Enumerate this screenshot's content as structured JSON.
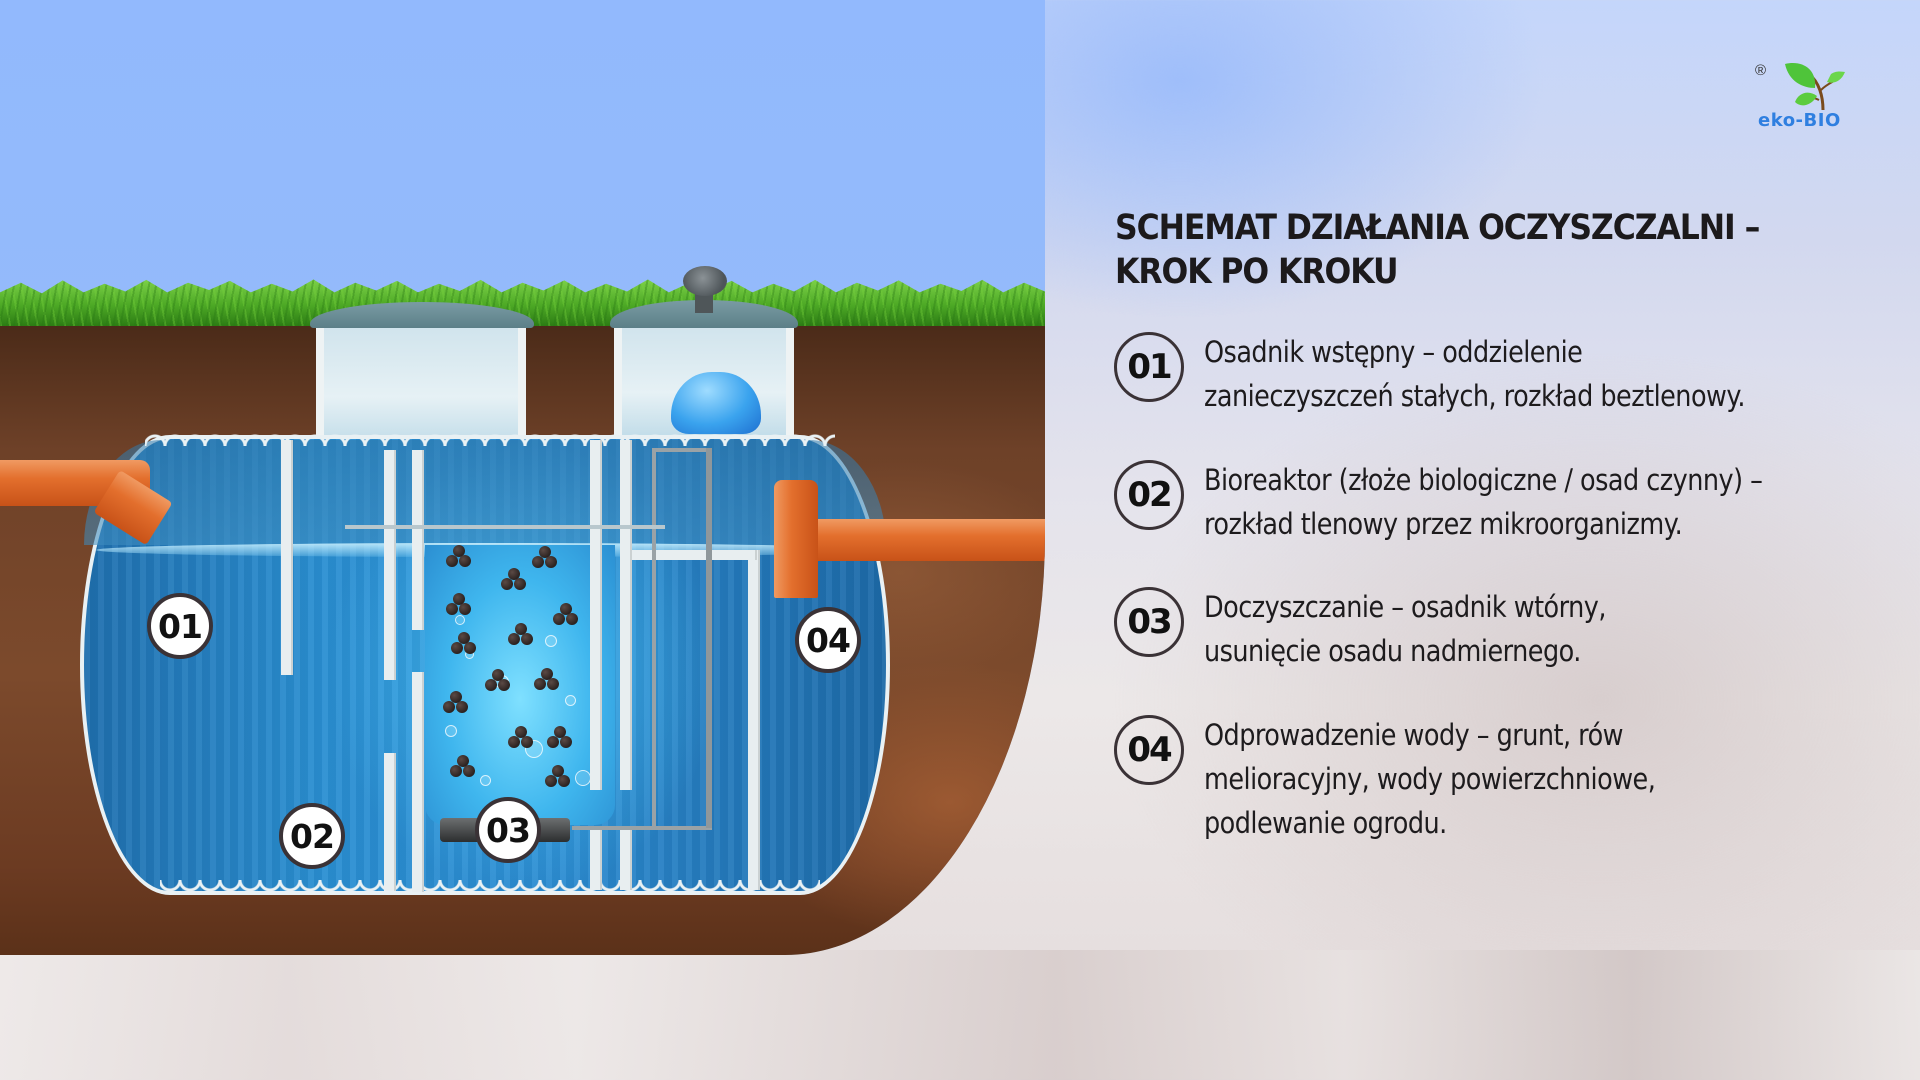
{
  "logo": {
    "brand": "eko-BIO",
    "registered_mark": "®",
    "icon": "sprout-leaves-icon",
    "colors": {
      "text": "#2f7fe0",
      "leaf": "#4fc43a",
      "stem": "#7a4a1c"
    }
  },
  "title": {
    "line1": "SCHEMAT DZIAŁANIA OCZYSZCZALNI –",
    "line2": "KROK PO KROKU"
  },
  "steps": [
    {
      "number": "01",
      "line1": "Osadnik wstępny – oddzielenie",
      "line2": "zanieczyszczeń stałych, rozkład beztlenowy."
    },
    {
      "number": "02",
      "line1": "Bioreaktor (złoże biologiczne / osad czynny) –",
      "line2": "rozkład tlenowy przez mikroorganizmy."
    },
    {
      "number": "03",
      "line1": "Doczyszczanie – osadnik wtórny,",
      "line2": "usunięcie osadu nadmiernego."
    },
    {
      "number": "04",
      "line1": "Odprowadzenie wody – grunt, rów",
      "line2": "melioracyjny, wody powierzchniowe,",
      "line3": "podlewanie ogrodu."
    }
  ],
  "diagram": {
    "badges": [
      "01",
      "02",
      "03",
      "04"
    ],
    "elements": [
      "inlet-pipe",
      "primary-settler",
      "bioreactor",
      "aerator",
      "blower",
      "secondary-settler",
      "outlet-pipe",
      "manhole-risers"
    ],
    "colors": {
      "sky": "#92b9fd",
      "grass": "#4eaa26",
      "soil": "#6e4128",
      "tank": "#2a8fd2",
      "pipe": "#e36f2d",
      "blower": "#3aa3ee"
    }
  }
}
